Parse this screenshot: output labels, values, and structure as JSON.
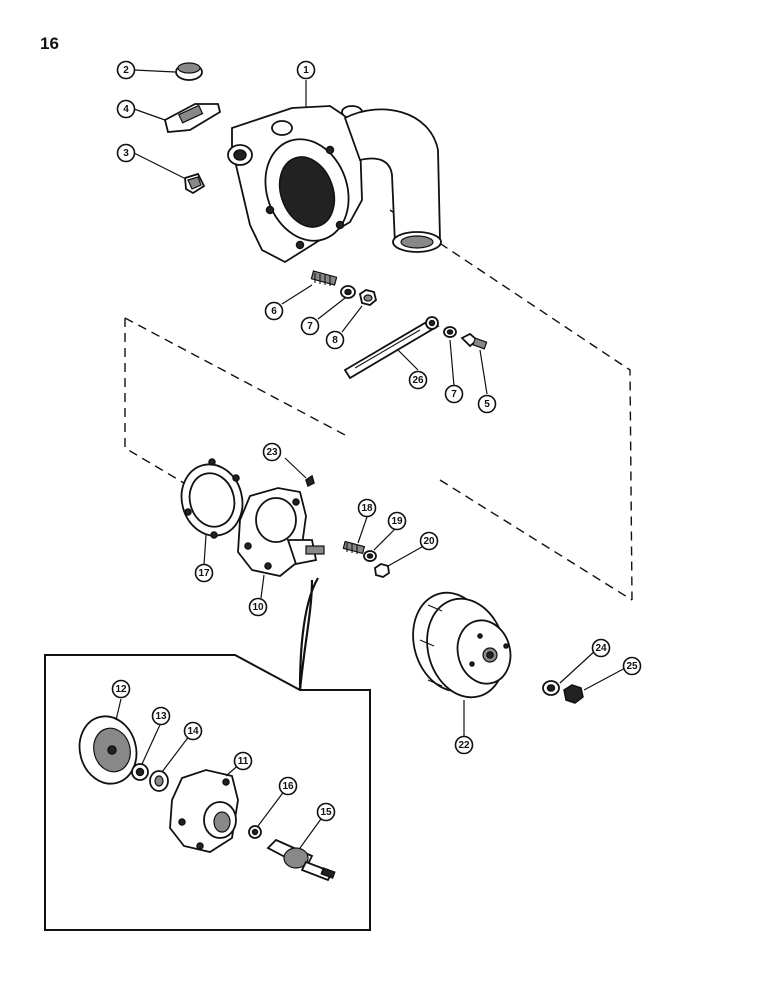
{
  "page": {
    "number": "16"
  },
  "callouts": [
    {
      "id": "1",
      "label": "1"
    },
    {
      "id": "2",
      "label": "2"
    },
    {
      "id": "3",
      "label": "3"
    },
    {
      "id": "4",
      "label": "4"
    },
    {
      "id": "5",
      "label": "5"
    },
    {
      "id": "6",
      "label": "6"
    },
    {
      "id": "7a",
      "label": "7"
    },
    {
      "id": "7b",
      "label": "7"
    },
    {
      "id": "8",
      "label": "8"
    },
    {
      "id": "10",
      "label": "10"
    },
    {
      "id": "11",
      "label": "11"
    },
    {
      "id": "12",
      "label": "12"
    },
    {
      "id": "13",
      "label": "13"
    },
    {
      "id": "14",
      "label": "14"
    },
    {
      "id": "15",
      "label": "15"
    },
    {
      "id": "16",
      "label": "16"
    },
    {
      "id": "17",
      "label": "17"
    },
    {
      "id": "18",
      "label": "18"
    },
    {
      "id": "19",
      "label": "19"
    },
    {
      "id": "20",
      "label": "20"
    },
    {
      "id": "22",
      "label": "22"
    },
    {
      "id": "23",
      "label": "23"
    },
    {
      "id": "24",
      "label": "24"
    },
    {
      "id": "25",
      "label": "25"
    },
    {
      "id": "26",
      "label": "26"
    }
  ]
}
